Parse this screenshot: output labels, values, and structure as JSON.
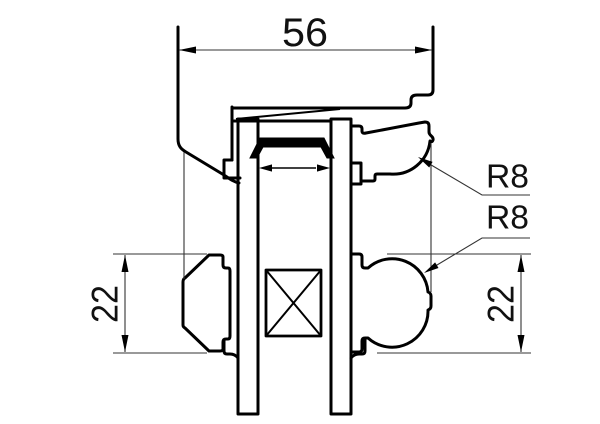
{
  "drawing": {
    "type": "technical-cross-section",
    "background": "#ffffff",
    "line_color": "#000000",
    "thin_line_color": "#333333",
    "dimensions": {
      "width": {
        "label": "56"
      },
      "left_height": {
        "label": "22"
      },
      "right_height": {
        "label": "22"
      }
    },
    "radius_callouts": [
      {
        "label": "R8"
      },
      {
        "label": "R8"
      }
    ]
  }
}
